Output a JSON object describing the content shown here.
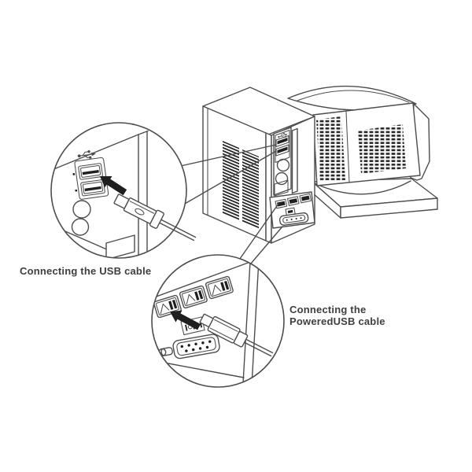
{
  "labels": {
    "usb_caption": "Connecting the USB cable",
    "poweredusb_caption": "Connecting the\nPoweredUSB cable"
  },
  "colors": {
    "line": "#4d4d4d",
    "dark": "#1f1f1f",
    "text": "#3f3f3f",
    "background": "#ffffff"
  },
  "icons": {
    "usb_icon": "usb-trident-symbol",
    "serial_port_icon": "IOIOI",
    "insert_arrow": "solid-black-arrow"
  }
}
